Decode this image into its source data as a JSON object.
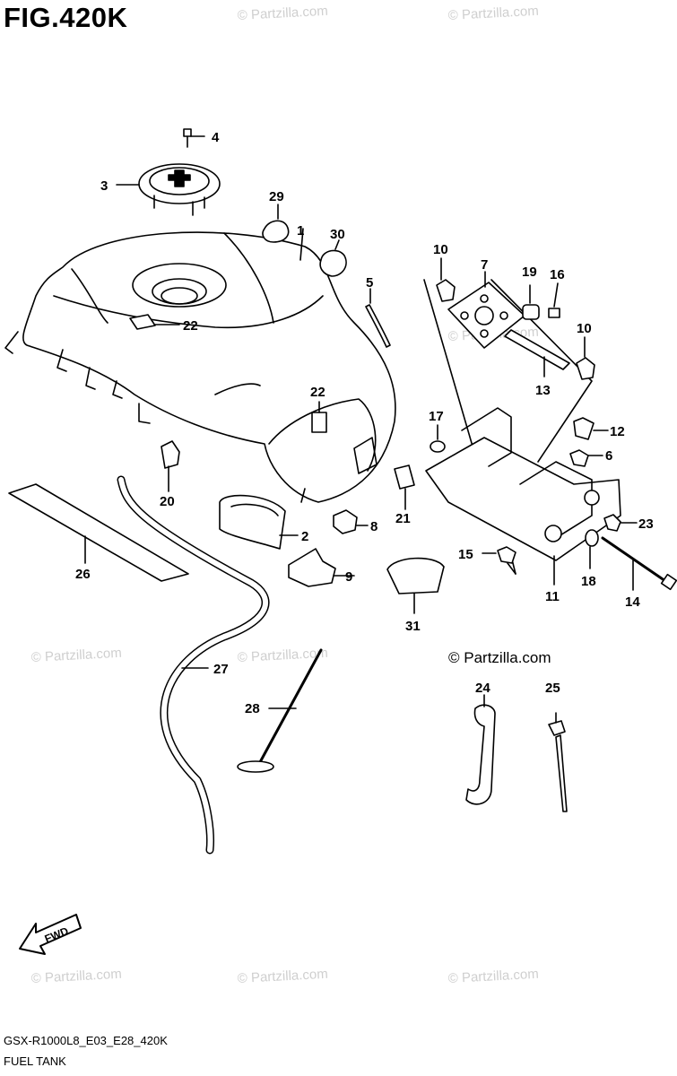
{
  "figure": {
    "title": "FIG.420K",
    "model_code": "GSX-R1000L8_E03_E28_420K",
    "part_group": "FUEL TANK",
    "brand": "© Partzilla.com",
    "watermark": "© Partzilla.com",
    "fwd_label": "FWD"
  },
  "callouts": [
    {
      "num": "1"
    },
    {
      "num": "2"
    },
    {
      "num": "3"
    },
    {
      "num": "4"
    },
    {
      "num": "5"
    },
    {
      "num": "6"
    },
    {
      "num": "7"
    },
    {
      "num": "8"
    },
    {
      "num": "9"
    },
    {
      "num": "10"
    },
    {
      "num": "10"
    },
    {
      "num": "11"
    },
    {
      "num": "12"
    },
    {
      "num": "13"
    },
    {
      "num": "14"
    },
    {
      "num": "15"
    },
    {
      "num": "16"
    },
    {
      "num": "17"
    },
    {
      "num": "18"
    },
    {
      "num": "19"
    },
    {
      "num": "20"
    },
    {
      "num": "21"
    },
    {
      "num": "22"
    },
    {
      "num": "22"
    },
    {
      "num": "23"
    },
    {
      "num": "24"
    },
    {
      "num": "25"
    },
    {
      "num": "26"
    },
    {
      "num": "27"
    },
    {
      "num": "28"
    },
    {
      "num": "29"
    },
    {
      "num": "30"
    },
    {
      "num": "31"
    }
  ]
}
